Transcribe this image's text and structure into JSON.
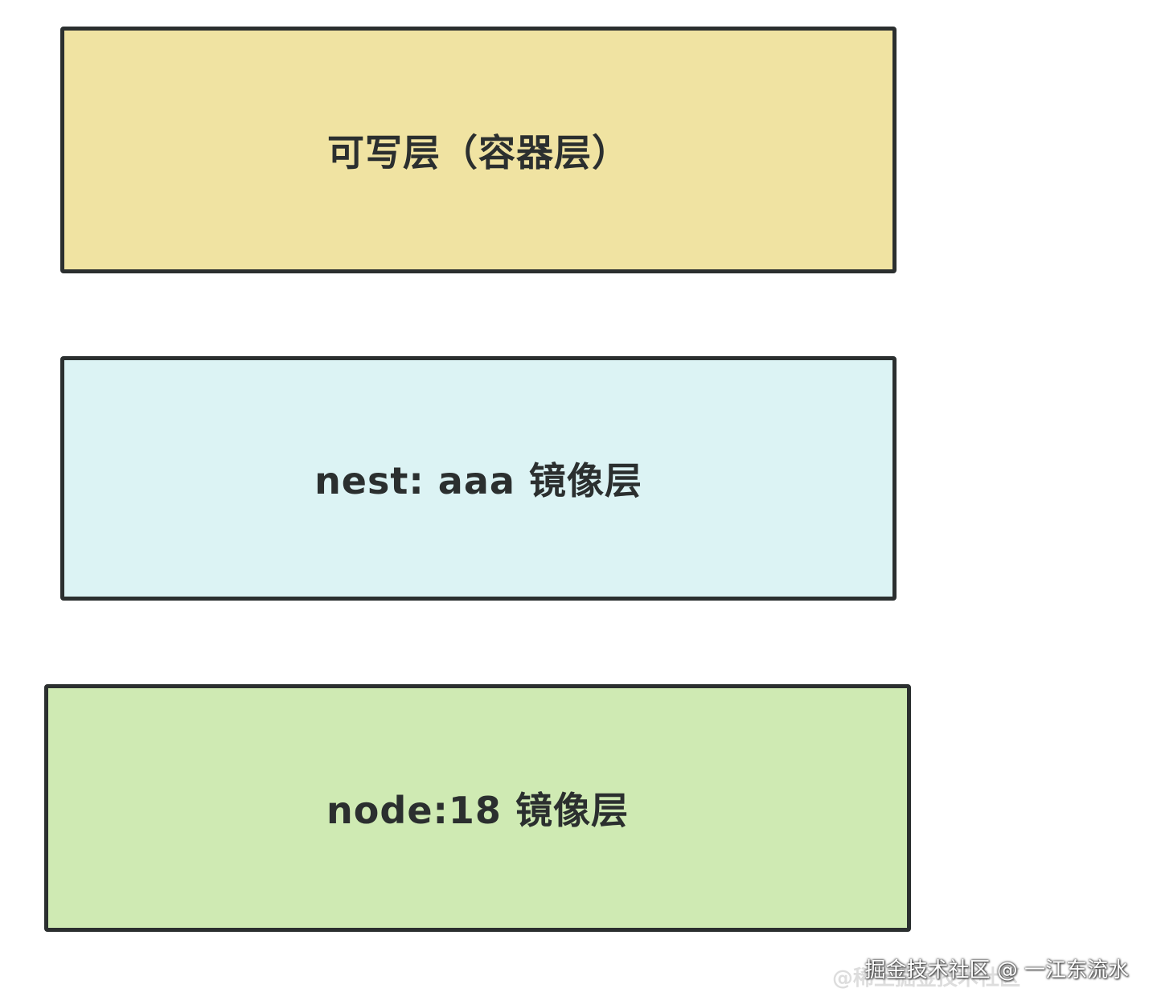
{
  "diagram": {
    "layers": [
      {
        "id": "writable",
        "label": "可写层（容器层）",
        "fill": "#f0e3a2"
      },
      {
        "id": "nest",
        "label": "nest: aaa 镜像层",
        "fill": "#dcf3f4"
      },
      {
        "id": "node",
        "label": "node:18 镜像层",
        "fill": "#cfeab3"
      }
    ],
    "border_color": "#2b2f2f"
  },
  "watermark": {
    "text": "掘金技术社区 @ 一江东流水",
    "ghost_text": "@稀土掘金技术社区"
  }
}
